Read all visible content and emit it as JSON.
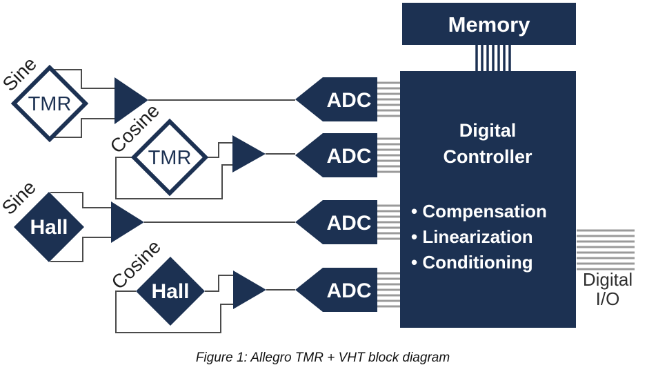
{
  "colors": {
    "navy": "#1c3152",
    "bus_gray": "#9a9a9a",
    "wire_gray": "#4a4a4a",
    "white": "#ffffff",
    "label_dark": "#1f1f1f"
  },
  "memory": {
    "label": "Memory"
  },
  "controller": {
    "title_line1": "Digital",
    "title_line2": "Controller",
    "bullets": [
      "• Compensation",
      "• Linearization",
      "• Conditioning"
    ]
  },
  "adcs": {
    "label": "ADC"
  },
  "sensors": {
    "tmr_sine": {
      "signal": "Sine",
      "type": "TMR"
    },
    "tmr_cosine": {
      "signal": "Cosine",
      "type": "TMR"
    },
    "hall_sine": {
      "signal": "Sine",
      "type": "Hall"
    },
    "hall_cosine": {
      "signal": "Cosine",
      "type": "Hall"
    }
  },
  "digital_io": {
    "line1": "Digital",
    "line2": "I/O"
  },
  "caption": "Figure 1: Allegro TMR + VHT block diagram"
}
